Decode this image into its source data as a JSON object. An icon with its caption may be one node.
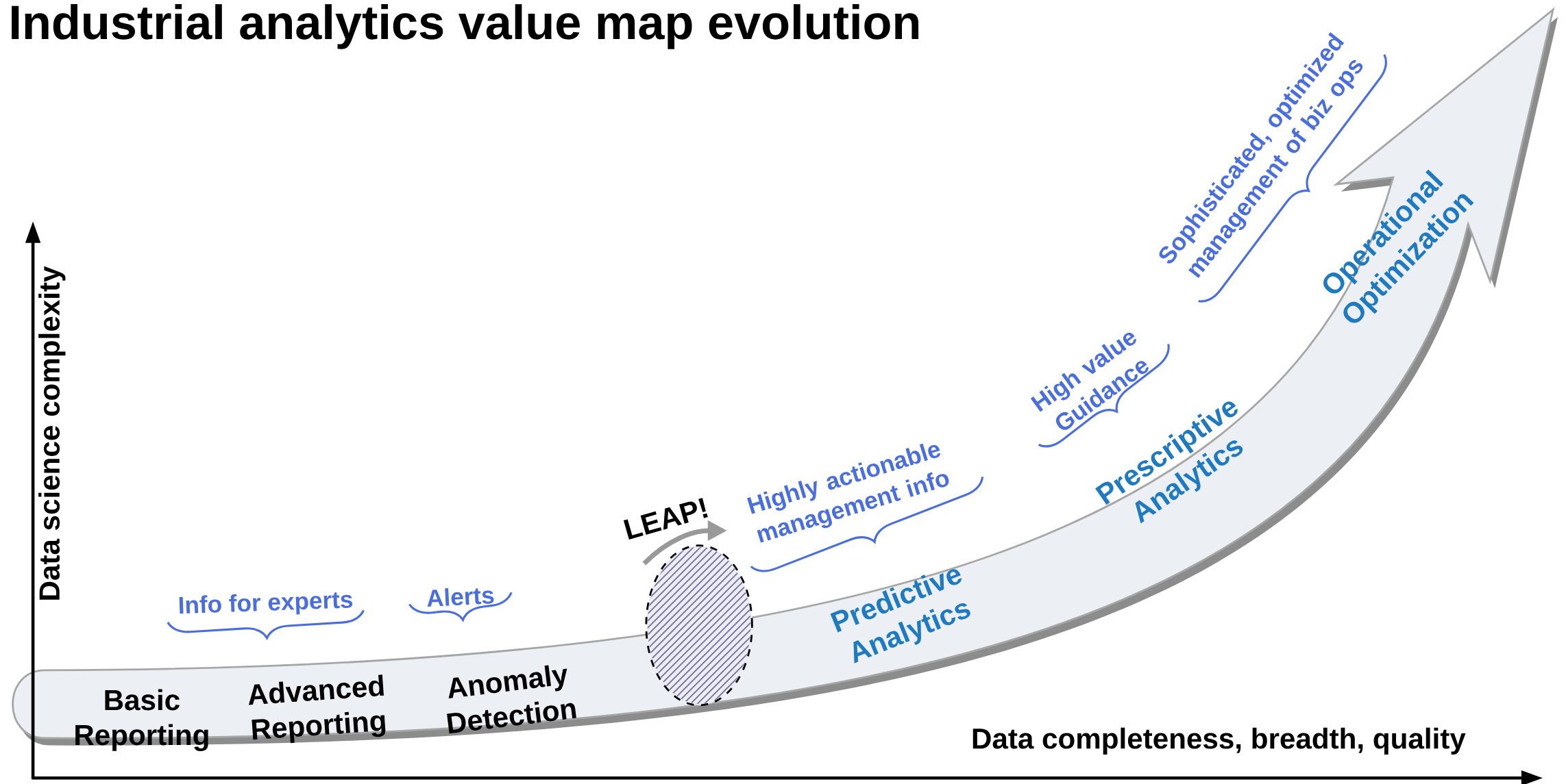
{
  "diagram": {
    "title": "Industrial analytics value map evolution",
    "nodes": [
      {
        "text": [],
        "shape": "ellipse"
      }
    ],
    "labels": [
      "Data science complexity",
      "Data completeness, breadth, quality",
      "Basic Reporting",
      "Advanced Reporting",
      "Anomaly Detection",
      "Predictive Analytics",
      "Prescriptive Analytics",
      "Operational Optimization",
      "Info for experts",
      "Alerts",
      "Highly actionable management info",
      "High value Guidance",
      "Sophisticated, optimized management of biz ops",
      "LEAP!"
    ]
  }
}
